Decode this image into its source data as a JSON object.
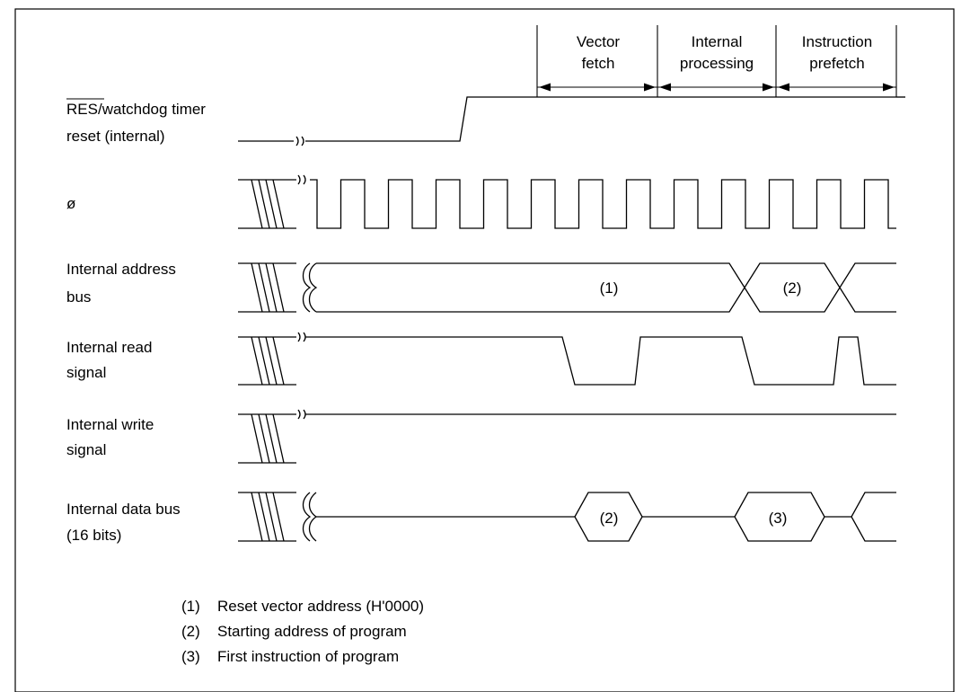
{
  "phases": [
    {
      "line1": "Vector",
      "line2": "fetch"
    },
    {
      "line1": "Internal",
      "line2": "processing"
    },
    {
      "line1": "Instruction",
      "line2": "prefetch"
    }
  ],
  "signals": {
    "res": {
      "overbar": "RES",
      "rest": "/watchdog timer",
      "line2": "reset (internal)"
    },
    "clock": {
      "line1": "ø"
    },
    "address_bus": {
      "line1": "Internal address",
      "line2": "bus",
      "values": [
        "(1)",
        "(2)"
      ]
    },
    "read": {
      "line1": "Internal read",
      "line2": "signal"
    },
    "write": {
      "line1": "Internal write",
      "line2": "signal"
    },
    "data_bus": {
      "line1": "Internal data bus",
      "line2": "(16 bits)",
      "values": [
        "(2)",
        "(3)"
      ]
    }
  },
  "notes": [
    {
      "num": "(1)",
      "text": "Reset vector address (H'0000)"
    },
    {
      "num": "(2)",
      "text": "Starting address of program"
    },
    {
      "num": "(3)",
      "text": "First instruction of program"
    }
  ]
}
